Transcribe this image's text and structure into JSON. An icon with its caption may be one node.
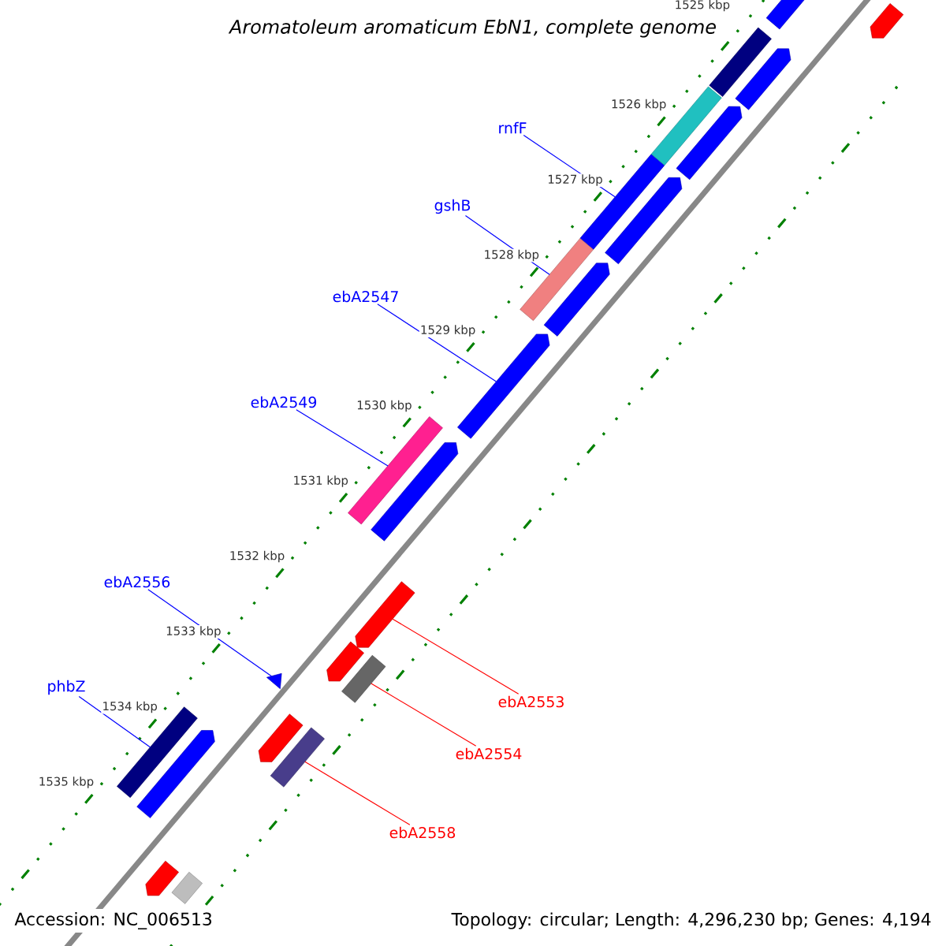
{
  "diagram": {
    "title": "Aromatoleum aromaticum EbN1, complete genome",
    "nodes": [
      {
        "text": [
          "rnfF"
        ]
      },
      {
        "text": [],
        "shape": "box"
      },
      {
        "text": [
          "gshB"
        ]
      },
      {
        "text": [],
        "shape": "box"
      },
      {
        "text": [
          "ebA2547"
        ]
      },
      {
        "text": [],
        "shape": "arrow"
      },
      {
        "text": [
          "ebA2549"
        ]
      },
      {
        "text": [],
        "shape": "box"
      },
      {
        "text": [
          "ebA2556"
        ]
      },
      {
        "text": [],
        "shape": "triangle"
      },
      {
        "text": [
          "phbZ"
        ]
      },
      {
        "text": [],
        "shape": "box"
      },
      {
        "text": [
          "ebA2553"
        ]
      },
      {
        "text": [],
        "shape": "arrow"
      },
      {
        "text": [
          "ebA2554"
        ]
      },
      {
        "text": [],
        "shape": "box"
      },
      {
        "text": [
          "ebA2558"
        ]
      },
      {
        "text": [],
        "shape": "box"
      },
      {
        "text": [],
        "shape": "box"
      },
      {
        "text": [],
        "shape": "arrow"
      },
      {
        "text": [],
        "shape": "box"
      },
      {
        "text": [],
        "shape": "arrow"
      },
      {
        "text": [],
        "shape": "arrow"
      },
      {
        "text": [],
        "shape": "box"
      },
      {
        "text": [],
        "shape": "arrow"
      },
      {
        "text": [],
        "shape": "arrow"
      },
      {
        "text": [],
        "shape": "arrow"
      },
      {
        "text": [],
        "shape": "arrow"
      },
      {
        "text": [],
        "shape": "arrow"
      },
      {
        "text": [],
        "shape": "arrow"
      },
      {
        "text": [],
        "shape": "arrow"
      },
      {
        "text": [],
        "shape": "box"
      }
    ],
    "edges": [
      {
        "from": 0,
        "to": 1,
        "arrow": "none"
      },
      {
        "from": 2,
        "to": 3,
        "arrow": "none"
      },
      {
        "from": 4,
        "to": 5,
        "arrow": "none"
      },
      {
        "from": 6,
        "to": 7,
        "arrow": "none"
      },
      {
        "from": 8,
        "to": 9,
        "arrow": "none"
      },
      {
        "from": 10,
        "to": 11,
        "arrow": "none"
      },
      {
        "from": 12,
        "to": 13,
        "arrow": "none",
        "color": "#ff0000"
      },
      {
        "from": 14,
        "to": 15,
        "arrow": "none",
        "color": "#ff0000"
      },
      {
        "from": 16,
        "to": 17,
        "arrow": "none",
        "color": "#ff0000"
      }
    ],
    "labels": [
      "1525 kbp",
      "1526 kbp",
      "1527 kbp",
      "1528 kbp",
      "1529 kbp",
      "1530 kbp",
      "1531 kbp",
      "1532 kbp",
      "1533 kbp",
      "1534 kbp",
      "1535 kbp",
      "Accession: NC_006513",
      "Topology: circular; Length: 4,296,230 bp; Genes: 4,194"
    ]
  }
}
